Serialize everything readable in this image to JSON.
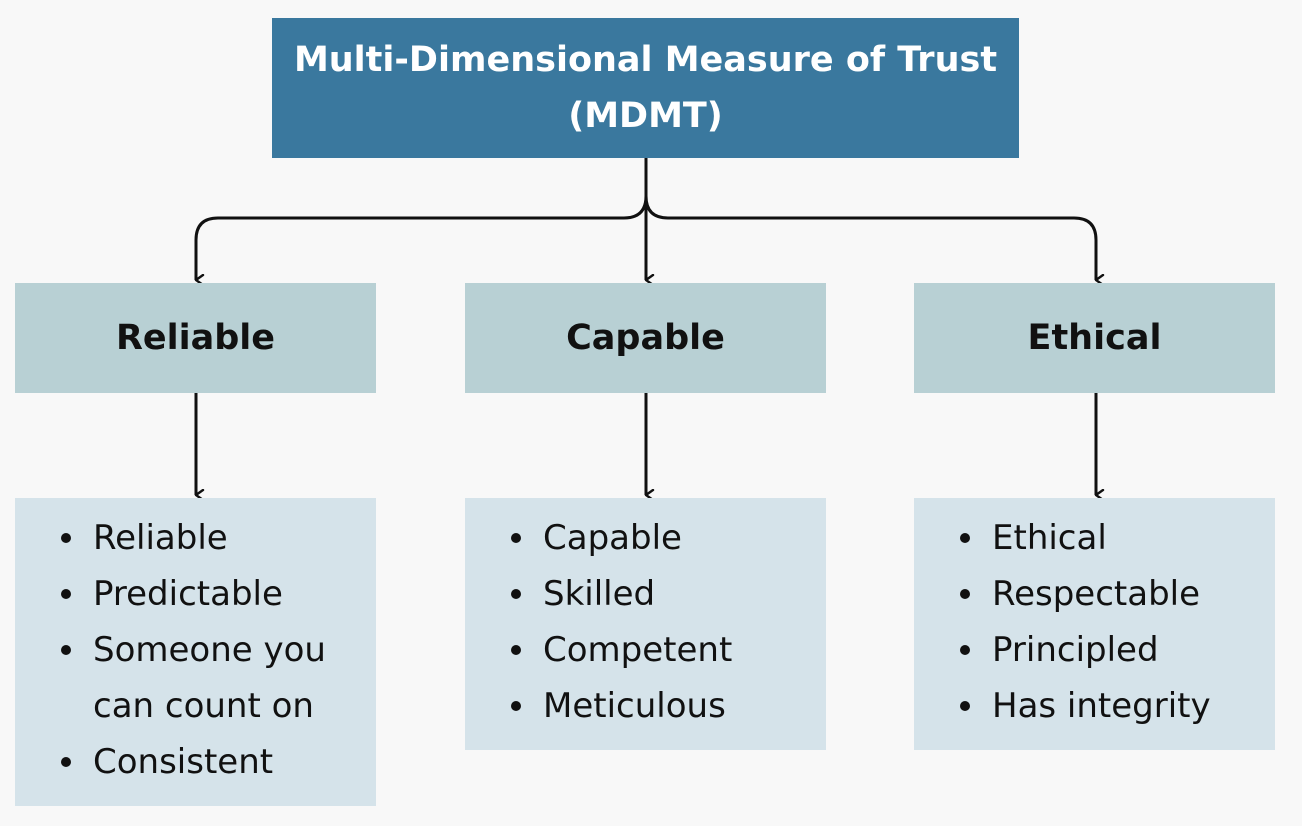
{
  "root": {
    "line1": "Multi-Dimensional Measure of Trust",
    "line2": "(MDMT)"
  },
  "dimensions": [
    {
      "label": "Reliable",
      "items": [
        "Reliable",
        "Predictable",
        "Someone you can count on",
        "Consistent"
      ]
    },
    {
      "label": "Capable",
      "items": [
        "Capable",
        "Skilled",
        "Competent",
        "Meticulous"
      ]
    },
    {
      "label": "Ethical",
      "items": [
        "Ethical",
        "Respectable",
        "Principled",
        "Has integrity"
      ]
    }
  ],
  "colors": {
    "root_fill": "#3a789e",
    "dimension_fill": "#b8d0d4",
    "items_fill": "#d5e3ea",
    "connector": "#111111"
  }
}
